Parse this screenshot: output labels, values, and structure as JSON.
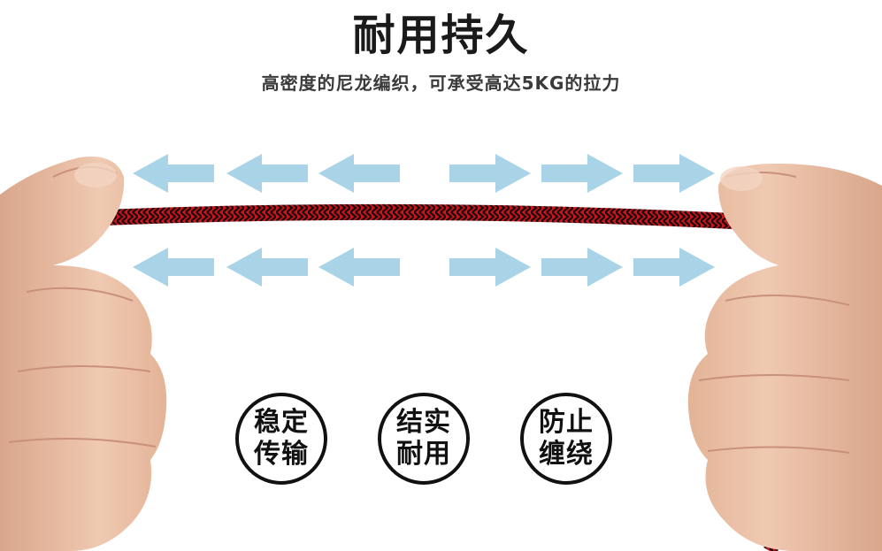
{
  "header": {
    "title": "耐用持久",
    "subtitle": "高密度的尼龙编织，可承受高达5KG的拉力"
  },
  "badges": [
    {
      "line1": "稳定",
      "line2": "传输"
    },
    {
      "line1": "结实",
      "line2": "耐用"
    },
    {
      "line1": "防止",
      "line2": "缠绕"
    }
  ],
  "colors": {
    "arrow": "#a9d4e8",
    "cable_red": "#c4161c",
    "cable_dark": "#1e0a0a",
    "skin": "#e8bfa4",
    "badge_border": "#111111"
  }
}
